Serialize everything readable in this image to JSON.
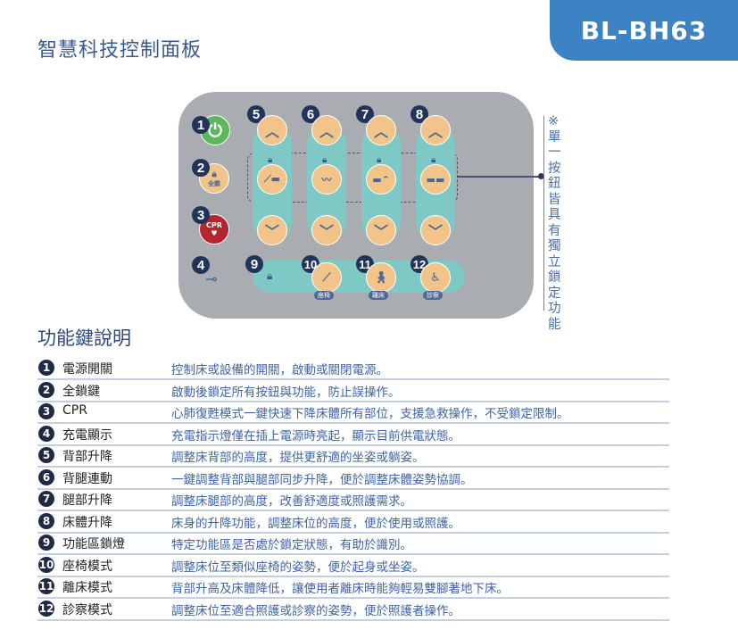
{
  "header": {
    "title": "智慧科技控制面板",
    "model": "BL-BH63"
  },
  "panel": {
    "left_numbers": [
      "1",
      "2",
      "3",
      "4"
    ],
    "column_numbers": [
      "5",
      "6",
      "7",
      "8"
    ],
    "bottom_numbers": [
      "9",
      "10",
      "11",
      "12"
    ],
    "lock_all_label": "全鎖",
    "cpr_label": "CPR",
    "mode_tags": [
      "座椅",
      "離床",
      "診察"
    ],
    "note": "※單一按鈕皆具有獨立鎖定功能"
  },
  "section_title": "功能鍵說明",
  "functions": [
    {
      "n": "1",
      "label": "電源開關",
      "desc": "控制床或設備的開關，啟動或關閉電源。"
    },
    {
      "n": "2",
      "label": "全鎖鍵",
      "desc": "啟動後鎖定所有按鈕與功能，防止誤操作。"
    },
    {
      "n": "3",
      "label": "CPR",
      "desc": "心肺復甦模式一鍵快速下降床體所有部位，支援急救操作，不受鎖定限制。"
    },
    {
      "n": "4",
      "label": "充電顯示",
      "desc": "充電指示燈僅在插上電源時亮起，顯示目前供電狀態。"
    },
    {
      "n": "5",
      "label": "背部升降",
      "desc": "調整床背部的高度，提供更舒適的坐姿或躺姿。"
    },
    {
      "n": "6",
      "label": "背腿連動",
      "desc": "一鍵調整背部與腿部同步升降，便於調整床體姿勢協調。"
    },
    {
      "n": "7",
      "label": "腿部升降",
      "desc": "調整床腿部的高度，改善舒適度或照護需求。"
    },
    {
      "n": "8",
      "label": "床體升降",
      "desc": "床身的升降功能，調整床位的高度，便於使用或照護。"
    },
    {
      "n": "9",
      "label": "功能區鎖燈",
      "desc": "特定功能區是否處於鎖定狀態，有助於識別。"
    },
    {
      "n": "10",
      "label": "座椅模式",
      "desc": "調整床位至類似座椅的姿勢，便於起身或坐姿。"
    },
    {
      "n": "11",
      "label": "離床模式",
      "desc": "背部升高及床體降低，讓使用者離床時能夠輕易雙腳著地下床。"
    },
    {
      "n": "12",
      "label": "診察模式",
      "desc": "調整床位至適合照護或診察的姿勢，便於照護者操作。"
    }
  ],
  "colors": {
    "accent": "#3d83c3",
    "teal": "#7ec8c5",
    "orange": "#f2c489",
    "navy": "#22335a"
  }
}
